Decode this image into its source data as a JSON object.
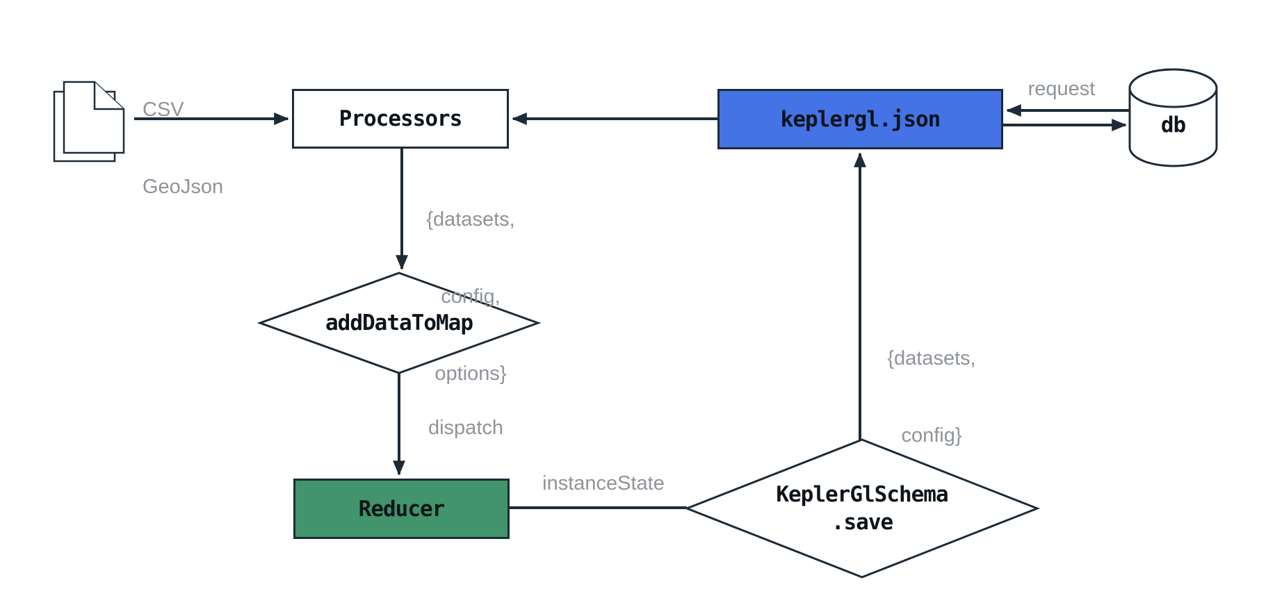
{
  "colors": {
    "bg": "#ffffff",
    "node-blue": "#4473e6",
    "node-green": "#41946b",
    "line": "#1d2b38",
    "text-dark": "#0d141a",
    "label-gray": "#8f9499"
  },
  "nodes": {
    "processors": {
      "label": "Processors"
    },
    "keplergl_json": {
      "label": "keplergl.json"
    },
    "db": {
      "label": "db"
    },
    "add_data_to_map": {
      "label": "addDataToMap"
    },
    "reducer": {
      "label": "Reducer"
    },
    "kepler_gl_schema_save": {
      "line1": "KeplerGlSchema",
      "line2": ".save"
    }
  },
  "edge_labels": {
    "file_types": {
      "line1": "CSV",
      "line2": "GeoJson"
    },
    "add_data_payload": {
      "line1": "{datasets,",
      "line2": "config,",
      "line3": "options}"
    },
    "dispatch": "dispatch",
    "instance_state": "instanceState",
    "save_payload": {
      "line1": "{datasets,",
      "line2": "config}"
    },
    "request": "request"
  }
}
